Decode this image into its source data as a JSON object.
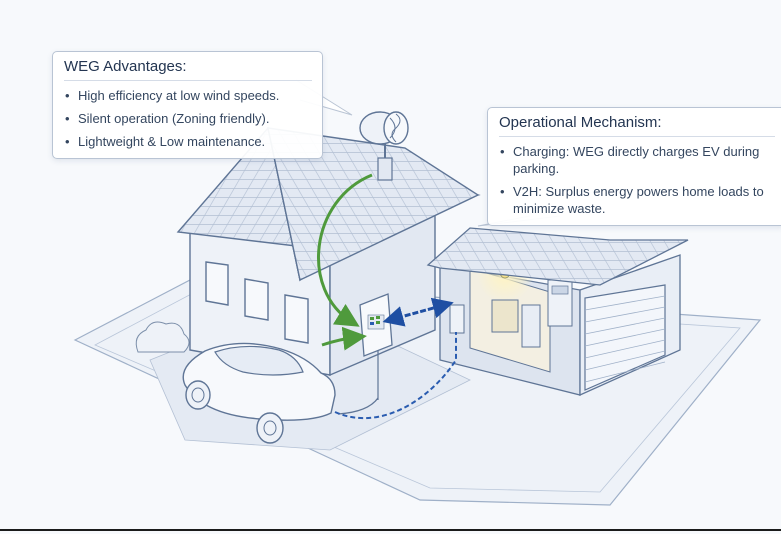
{
  "weg_advantages": {
    "title": "WEG Advantages:",
    "items": [
      "High efficiency at low wind speeds.",
      "Silent operation (Zoning friendly).",
      "Lightweight & Low maintenance."
    ]
  },
  "operational_mechanism": {
    "title": "Operational Mechanism:",
    "items": [
      "Charging: WEG directly charges EV during parking.",
      "V2H: Surplus energy powers home loads to minimize waste."
    ]
  },
  "colors": {
    "line_art": "#5f7596",
    "wall_fill": "#e9eef6",
    "roof_fill": "#dfe6f1",
    "green_arrow": "#4f9a3c",
    "blue_arrow": "#1f4fa3",
    "dashed_cable": "#2a5cb0",
    "lamp_glow": "#f6e08a"
  }
}
